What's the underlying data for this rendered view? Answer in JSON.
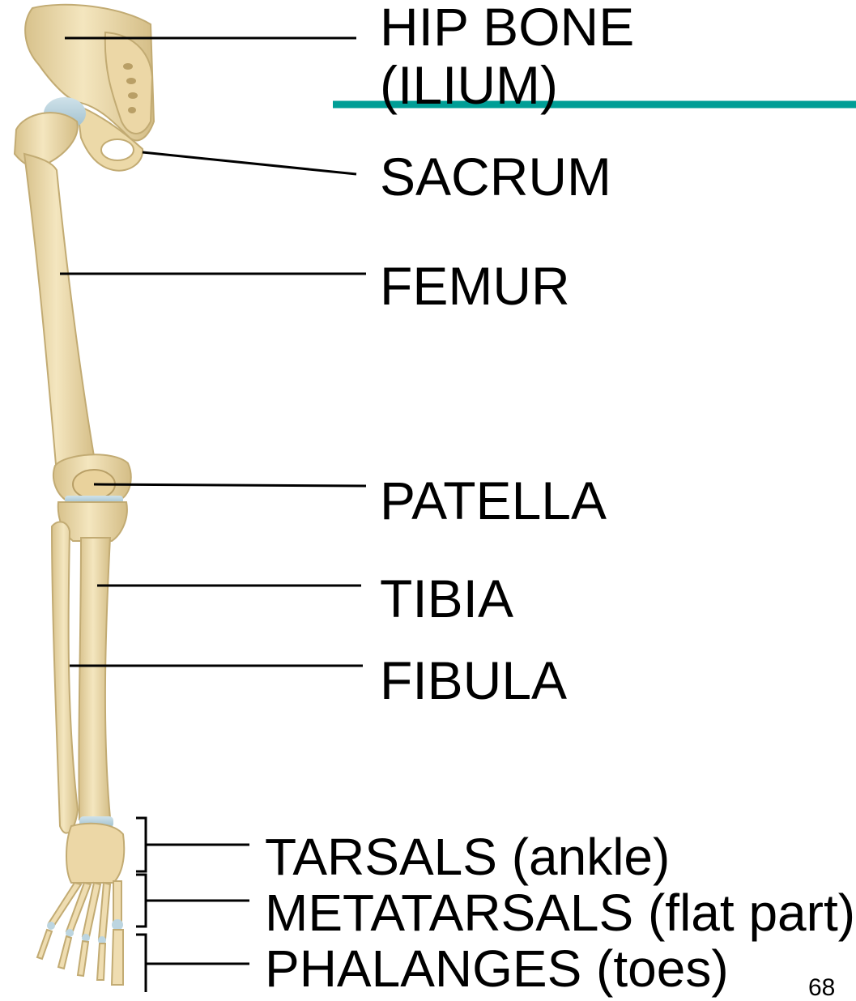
{
  "slide": {
    "page_number": "68",
    "accent_color": "#009e96"
  },
  "labels": {
    "hip_bone_line1": "HIP BONE",
    "hip_bone_line2": "(ILIUM)",
    "sacrum": "SACRUM",
    "femur": "FEMUR",
    "patella": "PATELLA",
    "tibia": "TIBIA",
    "fibula": "FIBULA",
    "tarsals": "TARSALS (ankle)",
    "metatarsals": "METATARSALS (flat part)",
    "phalanges": "PHALANGES (toes)"
  },
  "colors": {
    "bone": "#eedcae",
    "bone_shade": "#c9b27c",
    "cartilage": "#b8d3df",
    "leader_line": "#000000"
  }
}
